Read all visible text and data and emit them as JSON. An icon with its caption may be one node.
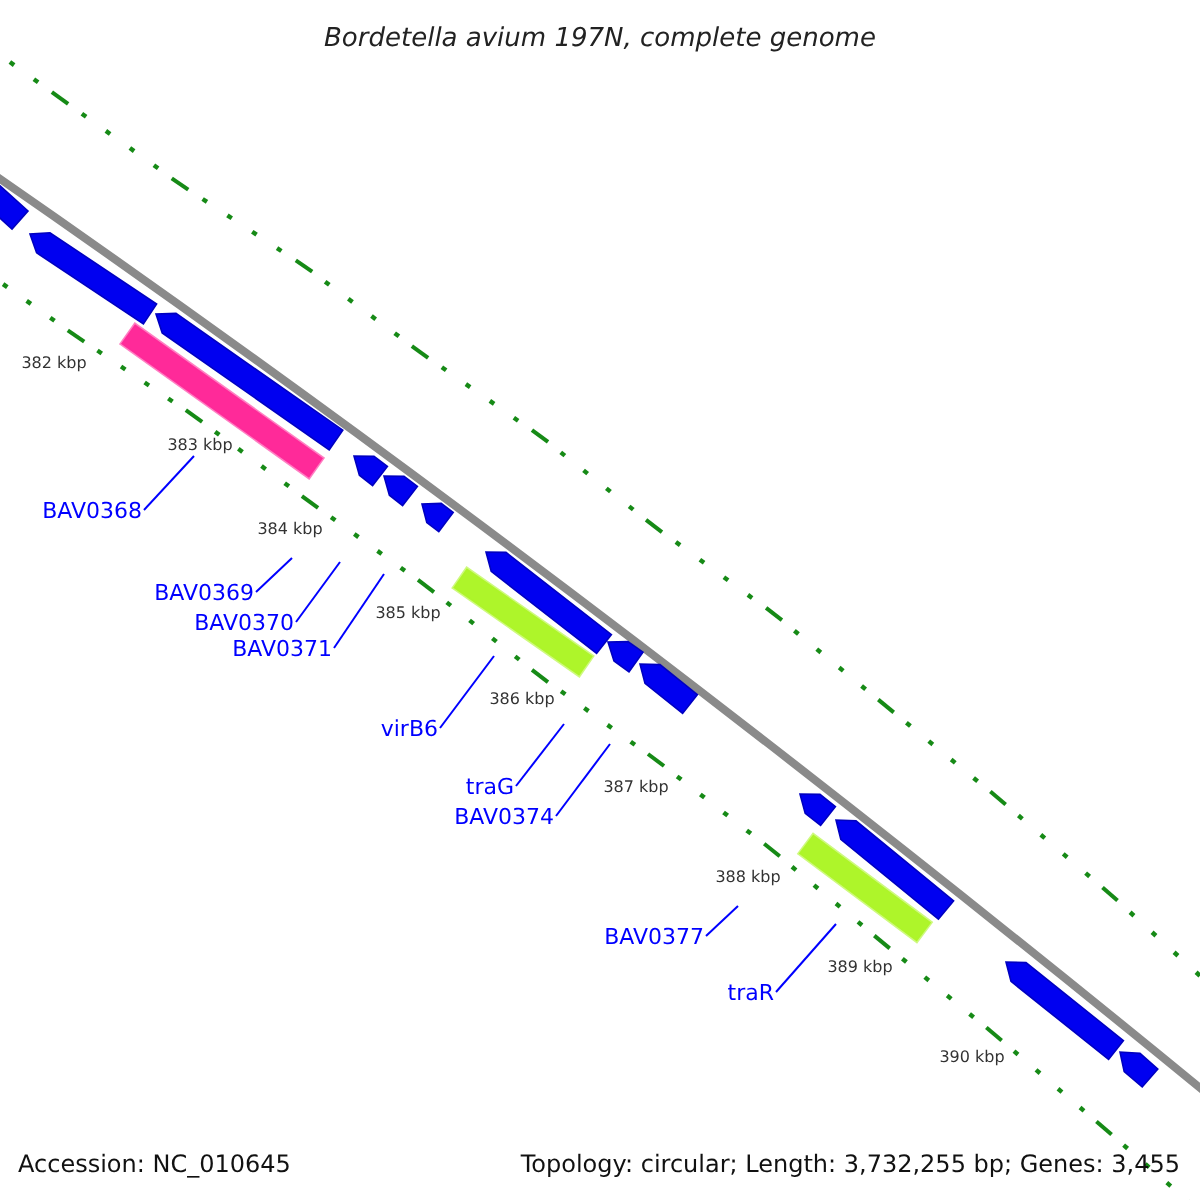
{
  "diagram": {
    "title": "Bordetella avium 197N, complete genome",
    "nodes": [
      {
        "text": [
          "BAV0368"
        ]
      },
      {
        "text": [
          "BAV0369"
        ]
      },
      {
        "text": [
          "BAV0370"
        ]
      },
      {
        "text": [
          "BAV0371"
        ]
      },
      {
        "text": [
          "virB6"
        ]
      },
      {
        "text": [
          "traG"
        ]
      },
      {
        "text": [
          "BAV0374"
        ]
      },
      {
        "text": [
          "BAV0377"
        ]
      },
      {
        "text": [
          "traR"
        ]
      }
    ],
    "edges": [
      {
        "from": 0,
        "to": null,
        "arrow": "none"
      },
      {
        "from": 1,
        "to": null,
        "arrow": "none"
      },
      {
        "from": 2,
        "to": null,
        "arrow": "none"
      },
      {
        "from": 3,
        "to": null,
        "arrow": "none"
      },
      {
        "from": 4,
        "to": null,
        "arrow": "none"
      },
      {
        "from": 5,
        "to": null,
        "arrow": "none"
      },
      {
        "from": 6,
        "to": null,
        "arrow": "none"
      },
      {
        "from": 7,
        "to": null,
        "arrow": "none"
      },
      {
        "from": 8,
        "to": null,
        "arrow": "none"
      }
    ],
    "labels": [
      "382 kbp",
      "383 kbp",
      "384 kbp",
      "385 kbp",
      "386 kbp",
      "387 kbp",
      "388 kbp",
      "389 kbp",
      "390 kbp",
      "Accession: NC_010645",
      "Topology: circular; Length: 3,732,255 bp; Genes: 3,455"
    ]
  }
}
